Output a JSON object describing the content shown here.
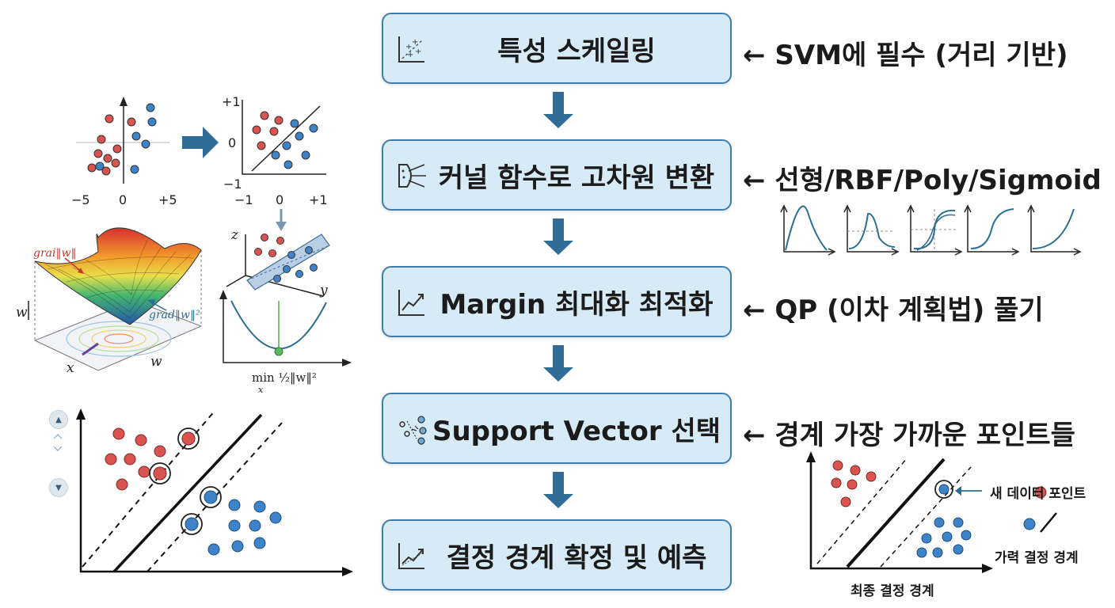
{
  "steps": [
    {
      "label": "특성 스케일링",
      "icon": "scatter-plot-icon"
    },
    {
      "label": "커널 함수로 고차원 변환",
      "icon": "funnel-transform-icon"
    },
    {
      "label": "Margin 최대화 최적화",
      "icon": "line-chart-icon"
    },
    {
      "label": "Support Vector 선택",
      "icon": "support-vector-icon"
    },
    {
      "label": "결정 경계 확정 및 예측",
      "icon": "trend-chart-icon"
    }
  ],
  "notes": [
    "← SVM에 필수 (거리 기반)",
    "← 선형/RBF/Poly/Sigmoid",
    "← QP (이차 계획법) 풀기",
    "← 경계 가장 가까운 포인트들"
  ],
  "scaling_plot": {
    "before_ticks": [
      "−5",
      "0",
      "+5"
    ],
    "after_ticks_x": [
      "−1",
      "0",
      "+1"
    ],
    "after_ticks_y": [
      "+1",
      "0",
      "−1"
    ]
  },
  "surface_plot": {
    "grad1": "grai‖w‖",
    "grad2": "grad‖w‖²",
    "axis_w_left": "w",
    "axis_x": "x",
    "axis_w_right": "w"
  },
  "kernel_plot": {
    "axis_z": "z",
    "axis_y": "y"
  },
  "objective": "min ½‖w‖²",
  "objective_sub": "x",
  "prediction_plot": {
    "new_point_label": "새 데이터 포인트",
    "boundary_legend_label": "가력 결정 경계",
    "final_boundary_label": "최종 결정 경계"
  },
  "colors": {
    "box_fill": "#d7ebf7",
    "box_border": "#3f7fa6",
    "arrow": "#2f6d96",
    "red_point": "#d9534f",
    "blue_point": "#3e82c8",
    "curve": "#2a6f93"
  }
}
